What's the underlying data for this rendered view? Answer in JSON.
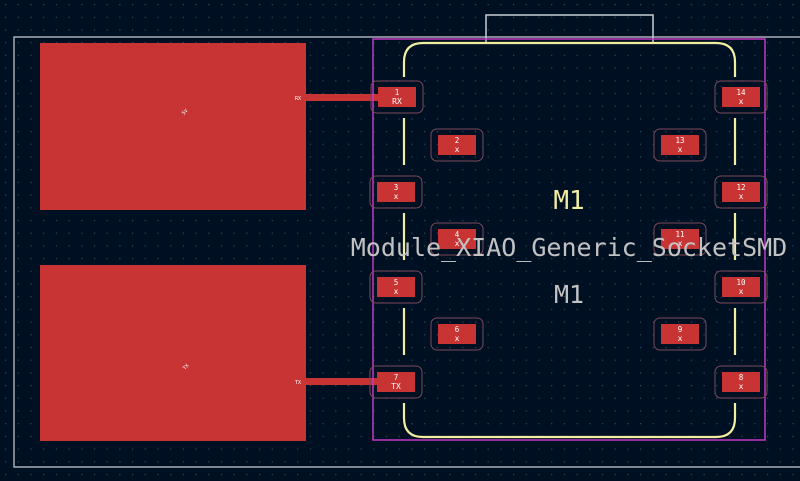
{
  "colors": {
    "background": "#001023",
    "grid_dot": "#3b4a5e",
    "board_edge": "#c8cdd3",
    "copper_pad": "#c83434",
    "silkscreen": "#f2eda1",
    "courtyard": "#c238c4",
    "fab_text": "#c2c2c2",
    "pad_text": "#ffffff",
    "pad_clearance": "#7a4a5a"
  },
  "footprint": {
    "reference_silk": "M1",
    "reference_fab": "M1",
    "value": "Module_XIAO_Generic_SocketSMD"
  },
  "large_pads": [
    {
      "label": "5V"
    },
    {
      "label": "TX"
    }
  ],
  "nets": {
    "rx": "RX",
    "tx": "TX"
  },
  "pads": [
    {
      "number": "1",
      "net": "RX"
    },
    {
      "number": "2",
      "net": "x"
    },
    {
      "number": "3",
      "net": "x"
    },
    {
      "number": "4",
      "net": "x"
    },
    {
      "number": "5",
      "net": "x"
    },
    {
      "number": "6",
      "net": "x"
    },
    {
      "number": "7",
      "net": "TX"
    },
    {
      "number": "8",
      "net": "x"
    },
    {
      "number": "9",
      "net": "x"
    },
    {
      "number": "10",
      "net": "x"
    },
    {
      "number": "11",
      "net": "x"
    },
    {
      "number": "12",
      "net": "x"
    },
    {
      "number": "13",
      "net": "x"
    },
    {
      "number": "14",
      "net": "x"
    }
  ]
}
